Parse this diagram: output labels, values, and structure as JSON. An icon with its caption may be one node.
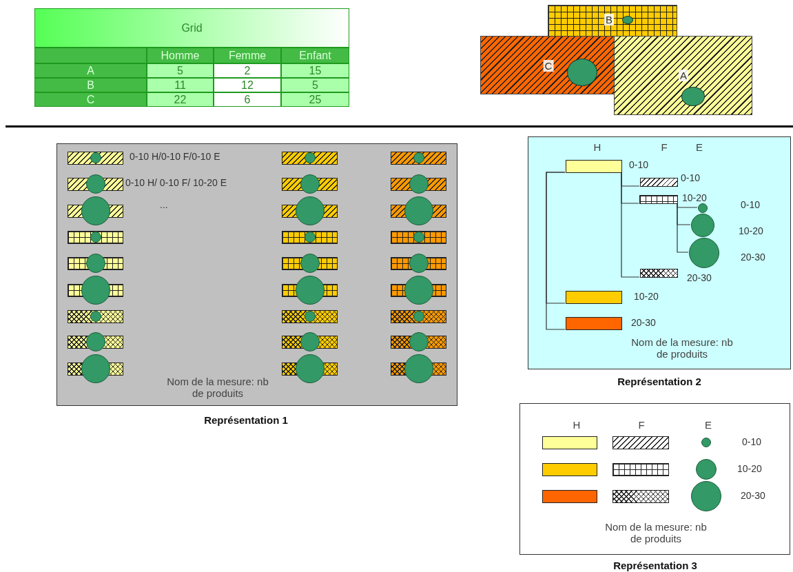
{
  "diagram": {
    "nodes": [
      {
        "text": [
          "B"
        ]
      },
      {
        "text": [
          "C"
        ]
      },
      {
        "text": [
          "A"
        ]
      },
      {
        "text": [
          "Nom de la mesure: nb de produits"
        ],
        "beside": [
          "Représentation 1"
        ]
      },
      {
        "text": [
          "H",
          "F",
          "E",
          "Nom de la mesure: nb de produits"
        ],
        "beside": [
          "Représentation 2"
        ]
      },
      {
        "text": [],
        "shape": "bar",
        "in": 4,
        "beside": [
          "0-10"
        ]
      },
      {
        "text": [],
        "shape": "bar",
        "in": 4,
        "beside": [
          "0-10"
        ]
      },
      {
        "text": [],
        "shape": "bar",
        "in": 4,
        "beside": [
          "10-20"
        ]
      },
      {
        "text": [],
        "shape": "circle",
        "in": 4,
        "beside": [
          "0-10"
        ]
      },
      {
        "text": [],
        "shape": "circle",
        "in": 4,
        "beside": [
          "10-20"
        ]
      },
      {
        "text": [],
        "shape": "circle",
        "in": 4,
        "beside": [
          "20-30"
        ]
      },
      {
        "text": [],
        "shape": "bar",
        "in": 4,
        "beside": [
          "20-30"
        ]
      },
      {
        "text": [],
        "shape": "bar",
        "in": 4,
        "beside": [
          "10-20"
        ]
      },
      {
        "text": [],
        "shape": "bar",
        "in": 4,
        "beside": [
          "20-30"
        ]
      },
      {
        "text": [
          "H",
          "F",
          "E",
          "Nom de la mesure: nb de produits"
        ],
        "beside": [
          "Représentation 3"
        ]
      }
    ],
    "edges": [
      {
        "from": 5,
        "to": 6,
        "arrow": "none"
      },
      {
        "from": 5,
        "to": 7,
        "arrow": "none"
      },
      {
        "from": 7,
        "to": 8,
        "arrow": "none"
      },
      {
        "from": 7,
        "to": 9,
        "arrow": "none"
      },
      {
        "from": 7,
        "to": 10,
        "arrow": "none"
      },
      {
        "from": 5,
        "to": 11,
        "arrow": "none"
      },
      {
        "from": 5,
        "to": 12,
        "arrow": "none"
      },
      {
        "from": 5,
        "to": 13,
        "arrow": "none"
      }
    ],
    "labels": [
      "Grid",
      "Homme",
      "Femme",
      "Enfant",
      "A",
      "5",
      "2",
      "15",
      "B",
      "11",
      "12",
      "5",
      "C",
      "22",
      "6",
      "25",
      "0-10 H/0-10 F/0-10 E",
      "0-10 H/ 0-10 F/ 10-20 E",
      "...",
      "0-10",
      "10-20",
      "20-30"
    ]
  }
}
